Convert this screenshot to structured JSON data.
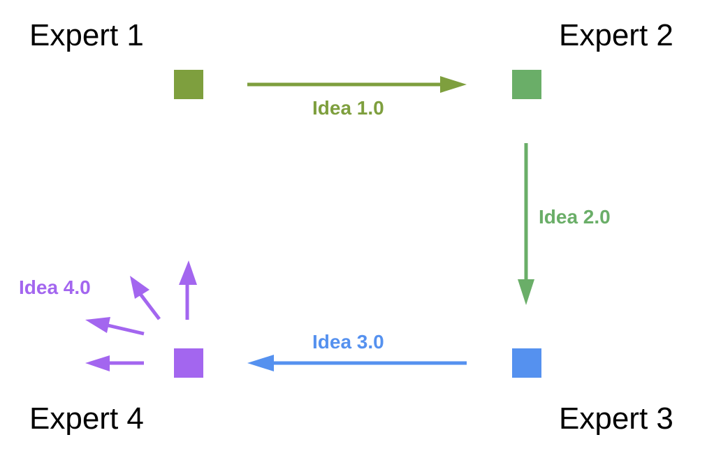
{
  "experts": [
    {
      "label": "Expert 1",
      "color": "#7e9f3e"
    },
    {
      "label": "Expert 2",
      "color": "#6aae68"
    },
    {
      "label": "Expert 3",
      "color": "#5591ef"
    },
    {
      "label": "Expert 4",
      "color": "#a366ef"
    }
  ],
  "ideas": [
    {
      "label": "Idea 1.0",
      "color": "#7e9f3e"
    },
    {
      "label": "Idea 2.0",
      "color": "#6aae68"
    },
    {
      "label": "Idea 3.0",
      "color": "#5591ef"
    },
    {
      "label": "Idea 4.0",
      "color": "#a366ef"
    }
  ]
}
